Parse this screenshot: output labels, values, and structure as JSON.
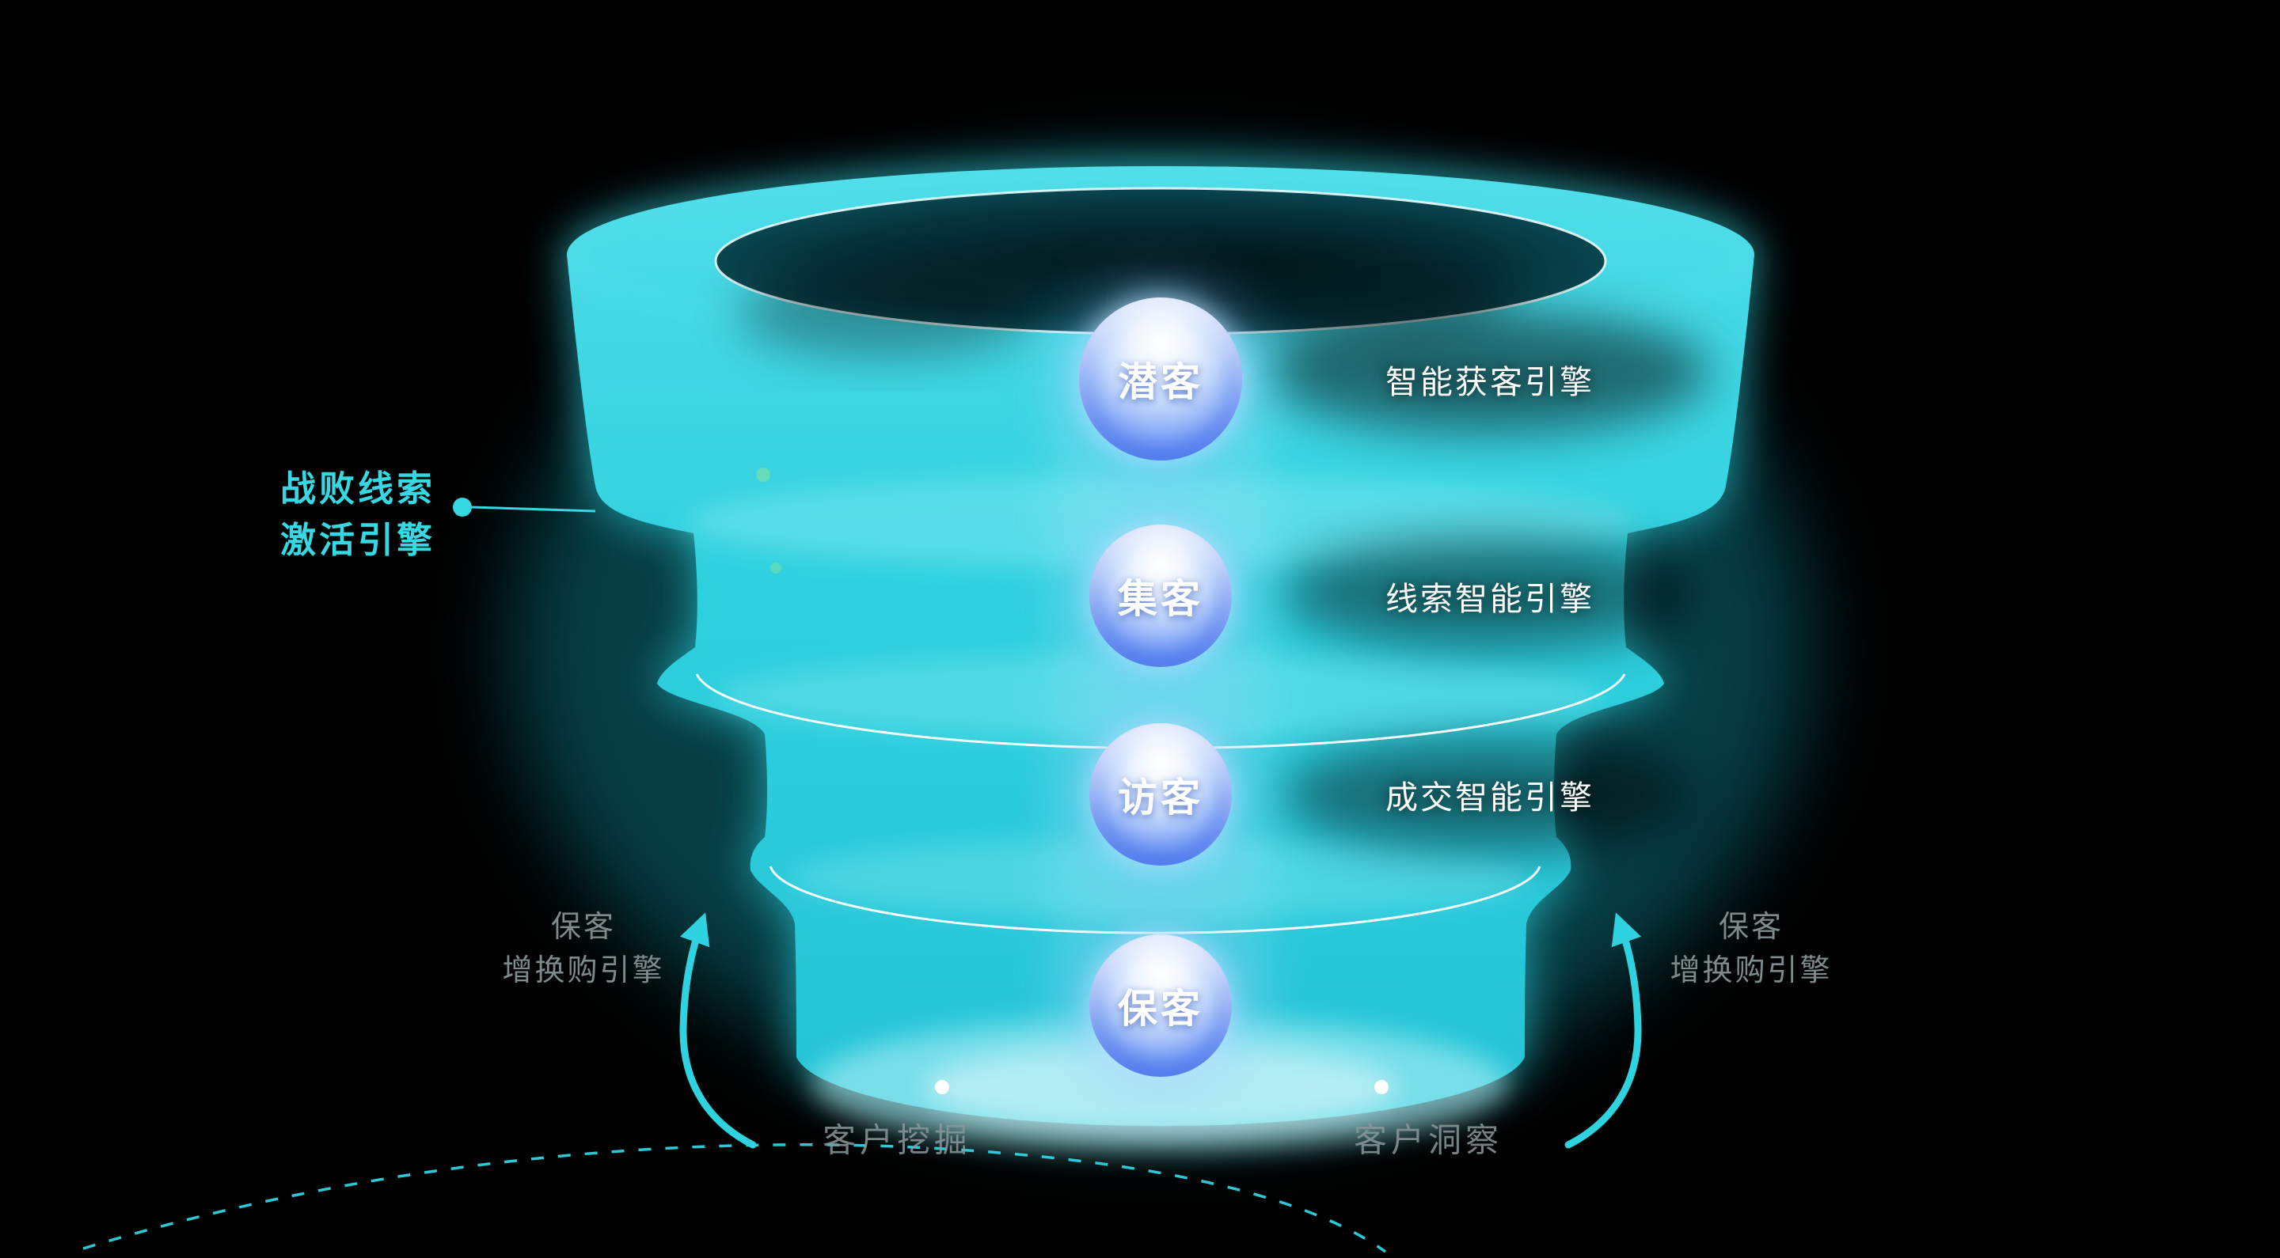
{
  "colors": {
    "background": "#000000",
    "funnel_teal": "#2fd3e0",
    "accent_teal": "#36d8e3",
    "badge_blue": "#4a79ee",
    "label_white": "#ffffff",
    "label_gray": "#8a989b",
    "separator_white": "#ffffff"
  },
  "funnel": {
    "stages": [
      {
        "label": "潜客",
        "engine": "智能获客引擎"
      },
      {
        "label": "集客",
        "engine": "线索智能引擎"
      },
      {
        "label": "访客",
        "engine": "成交智能引擎"
      },
      {
        "label": "保客"
      }
    ]
  },
  "left_label": {
    "line1": "战败线索",
    "line2": "激活引擎"
  },
  "side_labels": {
    "left": {
      "line1": "保客",
      "line2": "增换购引擎"
    },
    "right": {
      "line1": "保客",
      "line2": "增换购引擎"
    }
  },
  "bottom_labels": {
    "left": "客户挖掘",
    "right": "客户洞察"
  }
}
